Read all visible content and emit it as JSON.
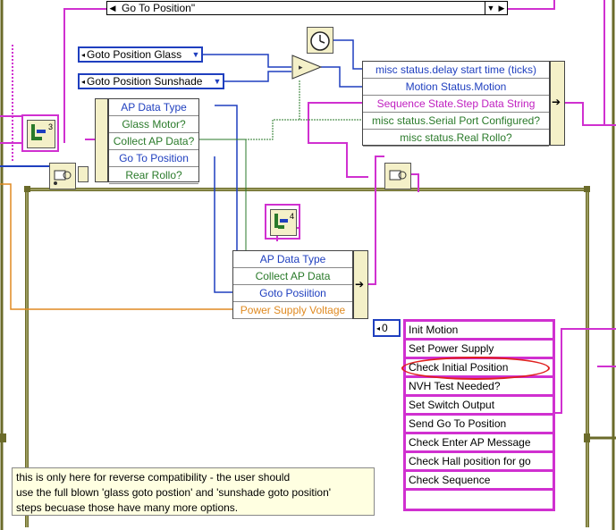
{
  "case_selector": {
    "value": "Go To Position\"",
    "left_arrow": "◀",
    "right_arrow": "▶",
    "dropdown": "▼"
  },
  "ring_constants": [
    {
      "label": "Goto Position Glass",
      "dropdown": "▼"
    },
    {
      "label": "Goto Position Sunshade",
      "dropdown": "▼"
    }
  ],
  "unbundle_ap": [
    {
      "label": "AP Data Type",
      "color": "blue"
    },
    {
      "label": "Glass Motor?",
      "color": "green"
    },
    {
      "label": "Collect AP Data?",
      "color": "green"
    },
    {
      "label": "Go To Position",
      "color": "blue"
    },
    {
      "label": "Rear Rollo?",
      "color": "green"
    }
  ],
  "bundle_status": [
    {
      "label": "misc status.delay start time (ticks)",
      "color": "blue"
    },
    {
      "label": "Motion Status.Motion",
      "color": "blue"
    },
    {
      "label": "Sequence State.Step Data String",
      "color": "pink"
    },
    {
      "label": "misc status.Serial Port Configured?",
      "color": "green"
    },
    {
      "label": "misc status.Real Rollo?",
      "color": "green"
    }
  ],
  "bundle_lower": [
    {
      "label": "AP Data Type",
      "color": "blue"
    },
    {
      "label": "Collect AP Data",
      "color": "green"
    },
    {
      "label": "Goto Posiition",
      "color": "blue"
    },
    {
      "label": "Power Supply Voltage",
      "color": "orange"
    }
  ],
  "index_badges": {
    "top": "3",
    "lower": "4"
  },
  "numeric_constant": "0",
  "sequence_list": [
    "Init Motion",
    "Set Power Supply",
    "Check Initial Position",
    "NVH Test Needed?",
    "Set Switch Output",
    "Send Go To Position",
    "Check Enter AP Message",
    "Check Hall position for go",
    "Check Sequence",
    ""
  ],
  "comment": {
    "line1": "this is only here for reverse compatibility - the user should",
    "line2": "use the full blown 'glass goto postion' and 'sunshade goto position'",
    "line3": "steps becuase those have many more options."
  },
  "colors": {
    "wire_blue": "#1f3fbf",
    "wire_pink": "#d030d0",
    "wire_green": "#2a7a2a",
    "wire_orange": "#e08a20",
    "frame_olive": "#6b6b2a",
    "comment_bg": "#ffffe1",
    "highlight_oval": "#e02020"
  }
}
